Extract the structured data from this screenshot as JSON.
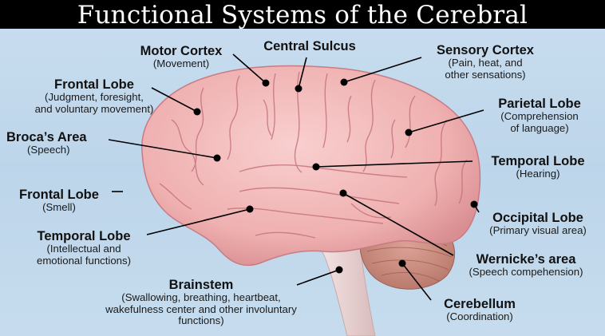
{
  "title": "Functional Systems of the Cerebral",
  "labels": {
    "motor_cortex": {
      "name": "Motor Cortex",
      "desc": [
        "(Movement)"
      ]
    },
    "central_sulcus": {
      "name": "Central Sulcus",
      "desc": []
    },
    "sensory_cortex": {
      "name": "Sensory Cortex",
      "desc": [
        "(Pain, heat, and",
        "other sensations)"
      ]
    },
    "frontal_lobe_1": {
      "name": "Frontal Lobe",
      "desc": [
        "(Judgment, foresight,",
        "and voluntary movement)"
      ]
    },
    "parietal_lobe": {
      "name": "Parietal Lobe",
      "desc": [
        "(Comprehension",
        "of language)"
      ]
    },
    "brocas_area": {
      "name": "Broca’s Area",
      "desc": [
        "(Speech)"
      ]
    },
    "temporal_lobe_1": {
      "name": "Temporal Lobe",
      "desc": [
        "(Hearing)"
      ]
    },
    "frontal_lobe_2": {
      "name": "Frontal Lobe",
      "desc": [
        "(Smell)"
      ]
    },
    "occipital_lobe": {
      "name": "Occipital Lobe",
      "desc": [
        "(Primary visual area)"
      ]
    },
    "temporal_lobe_2": {
      "name": "Temporal Lobe",
      "desc": [
        "(Intellectual and",
        "emotional functions)"
      ]
    },
    "wernickes_area": {
      "name": "Wernicke’s area",
      "desc": [
        "(Speech compehension)"
      ]
    },
    "brainstem": {
      "name": "Brainstem",
      "desc": [
        "(Swallowing, breathing, heartbeat,",
        "wakefulness center and other involuntary",
        "functions)"
      ]
    },
    "cerebellum": {
      "name": "Cerebellum",
      "desc": [
        "(Coordination)"
      ]
    }
  },
  "colors": {
    "background": "#c6dcee",
    "brain": "#f2b6b6",
    "cerebellum": "#c98a7a",
    "brainstem": "#e9d2d2",
    "title_bar": "#000000",
    "leader": "#000000"
  }
}
